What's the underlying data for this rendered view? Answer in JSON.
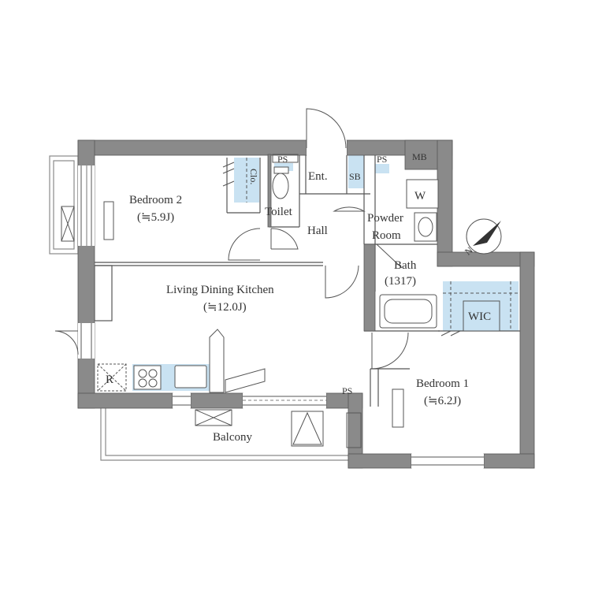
{
  "colors": {
    "wall": "#8a8a8a",
    "storage_fill": "#c9e2f2",
    "line": "#555555",
    "text": "#333333"
  },
  "rooms": {
    "bedroom2": {
      "name": "Bedroom 2",
      "area": "(≒5.9J)"
    },
    "ldk": {
      "name": "Living Dining Kitchen",
      "area": "(≒12.0J)"
    },
    "bedroom1": {
      "name": "Bedroom 1",
      "area": "(≒6.2J)"
    },
    "bath": {
      "name": "Bath",
      "size": "(1317)"
    },
    "powder": {
      "line1": "Powder",
      "line2": "Room"
    },
    "toilet": {
      "name": "Toilet"
    },
    "hall": {
      "name": "Hall"
    },
    "entrance": {
      "name": "Ent."
    },
    "balcony": {
      "name": "Balcony"
    }
  },
  "labels": {
    "closet": "Clo.",
    "shoe_box": "SB",
    "wic": "WIC",
    "ps_toilet": "PS",
    "ps_powder": "PS",
    "ps_bedroom1": "PS",
    "mb": "MB",
    "refrigerator": "R",
    "washer": "W"
  },
  "compass": {
    "north_label": "N"
  }
}
